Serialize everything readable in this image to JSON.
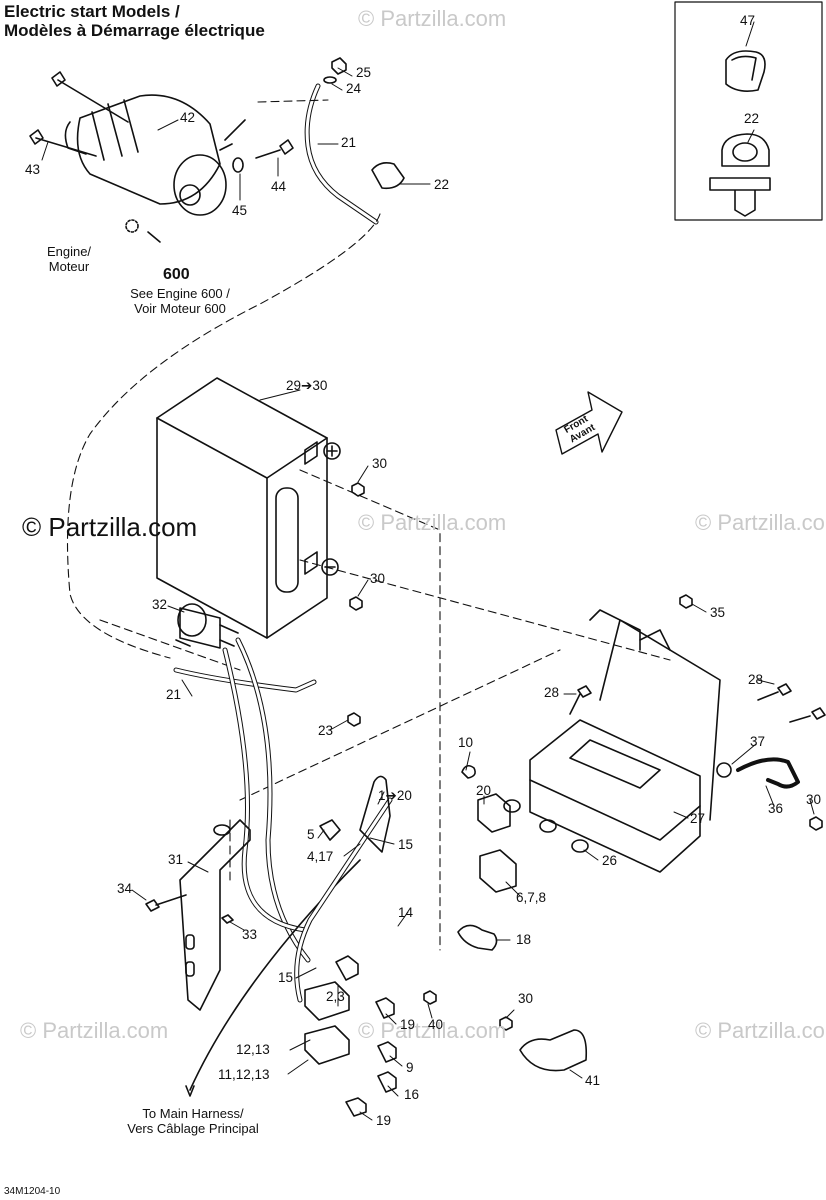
{
  "title": {
    "line1": "Electric start Models /",
    "line2": "Modèles à Démarrage électrique"
  },
  "watermark": {
    "text": "© Partzilla.com",
    "main_text": "© Partzilla.com"
  },
  "engine_ref": {
    "label": "Engine/\nMoteur",
    "number": "600",
    "see": "See Engine 600 /\nVoir Moteur 600"
  },
  "harness_note": "To Main Harness/\nVers Câblage Principal",
  "front_arrow": {
    "line1": "Front",
    "line2": "Avant"
  },
  "callouts": {
    "c47": "47",
    "c22_inset": "22",
    "c25": "25",
    "c24": "24",
    "c42": "42",
    "c21_top": "21",
    "c22": "22",
    "c43": "43",
    "c44": "44",
    "c45": "45",
    "c29_30": "29➔30",
    "c30_a": "30",
    "c30_b": "30",
    "c32": "32",
    "c35": "35",
    "c21_mid": "21",
    "c23": "23",
    "c28_a": "28",
    "c28_b": "28",
    "c10": "10",
    "c37": "37",
    "c1_20": "1➔20",
    "c20": "20",
    "c5": "5",
    "c15_a": "15",
    "c31": "31",
    "c4_17": "4,17",
    "c26": "26",
    "c27": "27",
    "c36": "36",
    "c30_c": "30",
    "c6_7_8": "6,7,8",
    "c34": "34",
    "c33": "33",
    "c14": "14",
    "c18": "18",
    "c15_b": "15",
    "c2_3": "2,3",
    "c30_d": "30",
    "c19_a": "19",
    "c40": "40",
    "c12_13": "12,13",
    "c9": "9",
    "c11_12_13": "11,12,13",
    "c41": "41",
    "c16": "16",
    "c19_b": "19"
  },
  "diagram_code": "34M1204-10"
}
